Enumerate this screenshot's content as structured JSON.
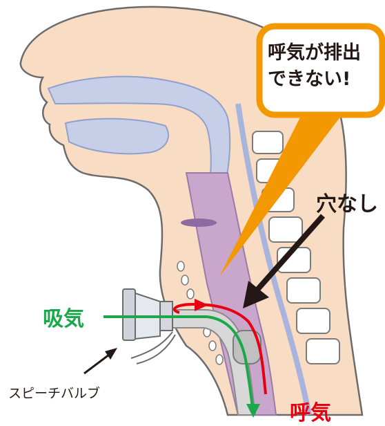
{
  "callout": {
    "line1": "呼気が排出",
    "line2": "できない!",
    "border_color": "#f39800"
  },
  "labels": {
    "no_hole": "穴なし",
    "inhale": "吸気",
    "exhale": "呼気",
    "speaking_valve": "スピーチバルブ"
  },
  "colors": {
    "inhale": "#1aa84a",
    "exhale": "#e60012",
    "skin": "#f9dcc4",
    "airway": "#c7cfe8",
    "trachea": "#c9a6cc",
    "bone": "#ffffff",
    "tube": "#d8d8d8"
  }
}
